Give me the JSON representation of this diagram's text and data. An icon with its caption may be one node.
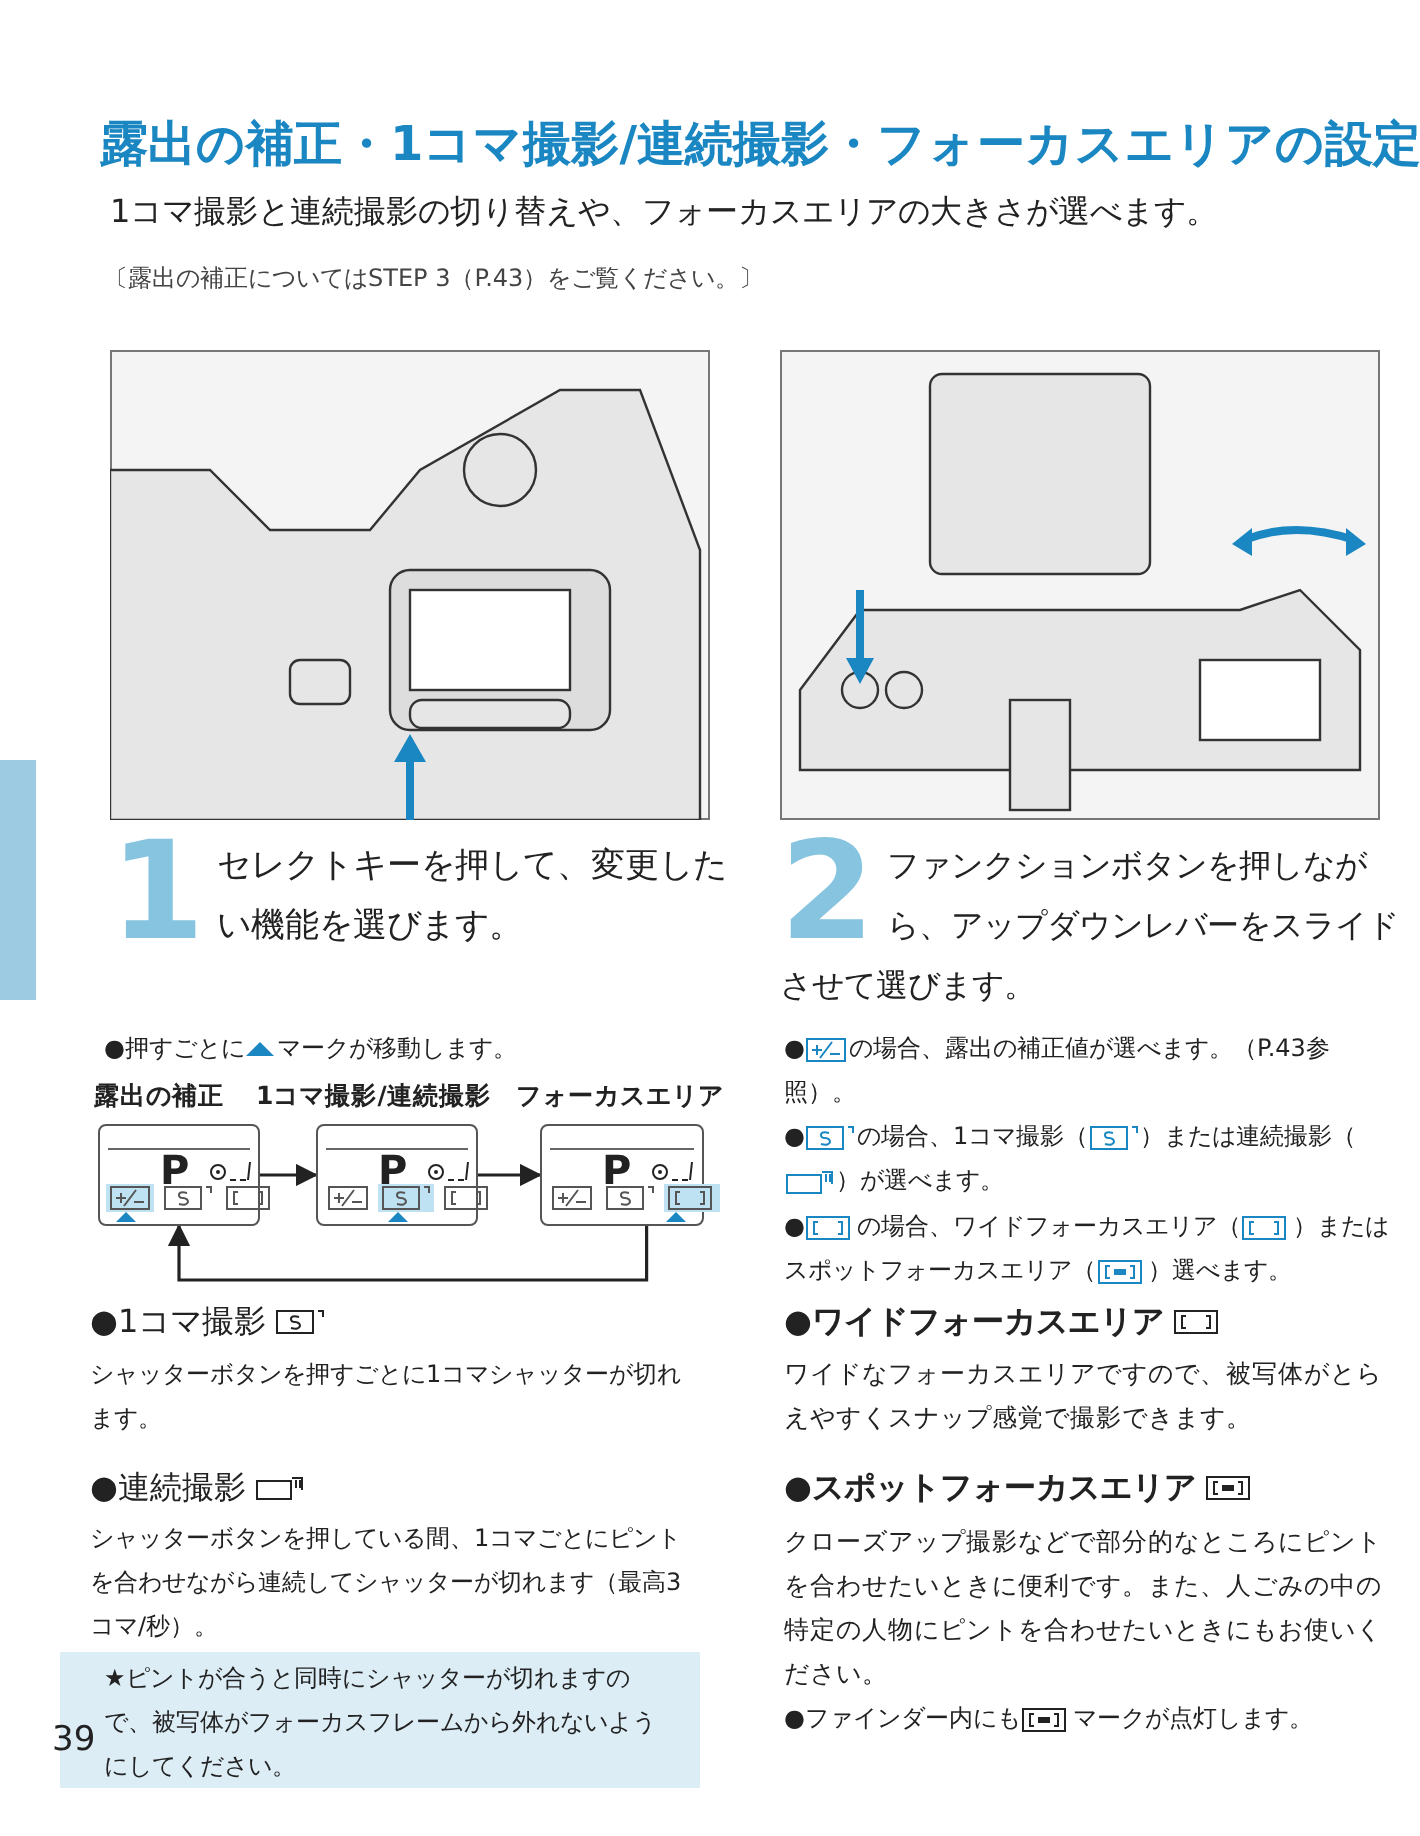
{
  "diagram": {
    "title": "露出の補正・1コマ撮影/連続撮影・フォーカスエリアの設定",
    "nodes": [
      {
        "text": [
          "P"
        ],
        "beside": [
          "露出の補正"
        ]
      },
      {
        "text": [
          "P"
        ],
        "beside": [
          "1コマ撮影/連続撮影"
        ]
      },
      {
        "text": [
          "P"
        ],
        "beside": [
          "フォーカスエリア"
        ]
      },
      {
        "text": [],
        "shape": "bar"
      }
    ],
    "edges": [
      {
        "from": 0,
        "to": 1,
        "arrow": "to"
      },
      {
        "from": 1,
        "to": 2,
        "arrow": "to"
      },
      {
        "from": 2,
        "to": 0,
        "arrow": "to"
      }
    ],
    "labels": [
      "1コマ撮影と連続撮影の切り替えや、フォーカスエリアの大きさが選べます。",
      "〔露出の補正についてはSTEP 3（P.43）をご覧ください。〕",
      "1",
      "セレクトキーを押して、変更したい機能を選びます。",
      "2",
      "ファンクションボタンを押しながら、アップダウンレバーをスライドさせて選びます。",
      "●押すごとに",
      "マークが移動します。",
      "●",
      "の場合、露出の補正値が選べます。（P.43参照）。",
      "●",
      "の場合、1コマ撮影（",
      "）または連続撮影（",
      "）が選べます。",
      "●",
      "の場合、ワイドフォーカスエリア（",
      "）またはスポットフォーカスエリア（",
      "）選べます。",
      "●1コマ撮影",
      "シャッターボタンを押すごとに1コマシャッターが切れます。",
      "●連続撮影",
      "シャッターボタンを押している間、1コマごとにピントを合わせながら連続してシャッターが切れます（最高3コマ/秒）。",
      "★ピントが合うと同時にシャッターが切れますので、被写体がフォーカスフレームから外れないようにしてください。",
      "39",
      "●ワイドフォーカスエリア",
      "ワイドなフォーカスエリアですので、被写体がとらえやすくスナップ感覚で撮影できます。",
      "●スポットフォーカスエリア",
      "クローズアップ撮影などで部分的なところにピントを合わせたいときに便利です。また、人ごみの中の特定の人物にピントを合わせたいときにもお使いください。",
      "●ファインダー内にも",
      "マークが点灯します。"
    ]
  }
}
